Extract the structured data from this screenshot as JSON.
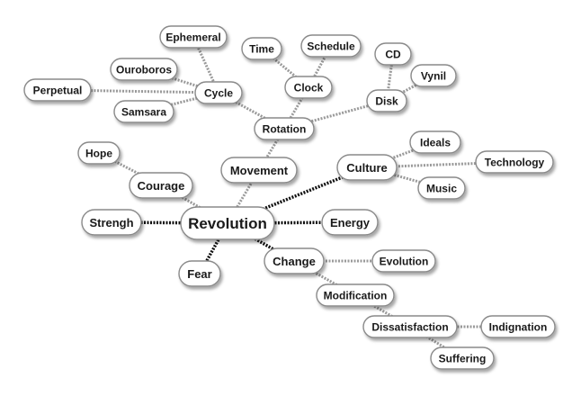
{
  "nodes": [
    {
      "id": "revolution",
      "label": "Revolution",
      "central": true
    },
    {
      "id": "movement",
      "label": "Movement"
    },
    {
      "id": "rotation",
      "label": "Rotation"
    },
    {
      "id": "cycle",
      "label": "Cycle"
    },
    {
      "id": "ephemeral",
      "label": "Ephemeral"
    },
    {
      "id": "ouroboros",
      "label": "Ouroboros"
    },
    {
      "id": "perpetual",
      "label": "Perpetual"
    },
    {
      "id": "samsara",
      "label": "Samsara"
    },
    {
      "id": "clock",
      "label": "Clock"
    },
    {
      "id": "time",
      "label": "Time"
    },
    {
      "id": "schedule",
      "label": "Schedule"
    },
    {
      "id": "disk",
      "label": "Disk"
    },
    {
      "id": "cd",
      "label": "CD"
    },
    {
      "id": "vynil",
      "label": "Vynil"
    },
    {
      "id": "culture",
      "label": "Culture"
    },
    {
      "id": "ideals",
      "label": "Ideals"
    },
    {
      "id": "technology",
      "label": "Technology"
    },
    {
      "id": "music",
      "label": "Music"
    },
    {
      "id": "courage",
      "label": "Courage"
    },
    {
      "id": "hope",
      "label": "Hope"
    },
    {
      "id": "strengh",
      "label": "Strengh"
    },
    {
      "id": "energy",
      "label": "Energy"
    },
    {
      "id": "fear",
      "label": "Fear"
    },
    {
      "id": "change",
      "label": "Change"
    },
    {
      "id": "evolution",
      "label": "Evolution"
    },
    {
      "id": "modification",
      "label": "Modification"
    },
    {
      "id": "dissatisfaction",
      "label": "Dissatisfaction"
    },
    {
      "id": "indignation",
      "label": "Indignation"
    },
    {
      "id": "suffering",
      "label": "Suffering"
    }
  ],
  "edges": [
    {
      "from": "revolution",
      "to": "movement"
    },
    {
      "from": "movement",
      "to": "rotation"
    },
    {
      "from": "rotation",
      "to": "cycle"
    },
    {
      "from": "rotation",
      "to": "clock"
    },
    {
      "from": "rotation",
      "to": "disk"
    },
    {
      "from": "cycle",
      "to": "ephemeral"
    },
    {
      "from": "cycle",
      "to": "ouroboros"
    },
    {
      "from": "cycle",
      "to": "perpetual"
    },
    {
      "from": "cycle",
      "to": "samsara"
    },
    {
      "from": "clock",
      "to": "time"
    },
    {
      "from": "clock",
      "to": "schedule"
    },
    {
      "from": "disk",
      "to": "cd"
    },
    {
      "from": "disk",
      "to": "vynil"
    },
    {
      "from": "revolution",
      "to": "culture"
    },
    {
      "from": "culture",
      "to": "ideals"
    },
    {
      "from": "culture",
      "to": "technology"
    },
    {
      "from": "culture",
      "to": "music"
    },
    {
      "from": "revolution",
      "to": "courage"
    },
    {
      "from": "courage",
      "to": "hope"
    },
    {
      "from": "revolution",
      "to": "strengh"
    },
    {
      "from": "revolution",
      "to": "energy"
    },
    {
      "from": "revolution",
      "to": "fear"
    },
    {
      "from": "revolution",
      "to": "change"
    },
    {
      "from": "change",
      "to": "evolution"
    },
    {
      "from": "change",
      "to": "modification"
    },
    {
      "from": "modification",
      "to": "dissatisfaction"
    },
    {
      "from": "dissatisfaction",
      "to": "indignation"
    },
    {
      "from": "dissatisfaction",
      "to": "suffering"
    }
  ]
}
